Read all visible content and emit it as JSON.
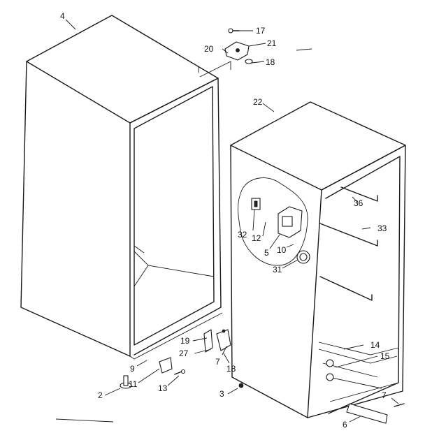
{
  "callouts": {
    "n2": "2",
    "n3": "3",
    "n4": "4",
    "n5": "5",
    "n6": "6",
    "n7": "7",
    "n9": "9",
    "n10": "10",
    "n11": "11",
    "n12": "12",
    "n13": "13",
    "n14": "14",
    "n15": "15",
    "n17": "17",
    "n18a": "18",
    "n18b": "18",
    "n19": "19",
    "n20": "20",
    "n21": "21",
    "n22": "22",
    "n27": "27",
    "n31": "31",
    "n32": "32",
    "n33": "33",
    "n36": "36"
  },
  "colors": {
    "ink": "#1a1a1a",
    "paper": "#ffffff"
  }
}
